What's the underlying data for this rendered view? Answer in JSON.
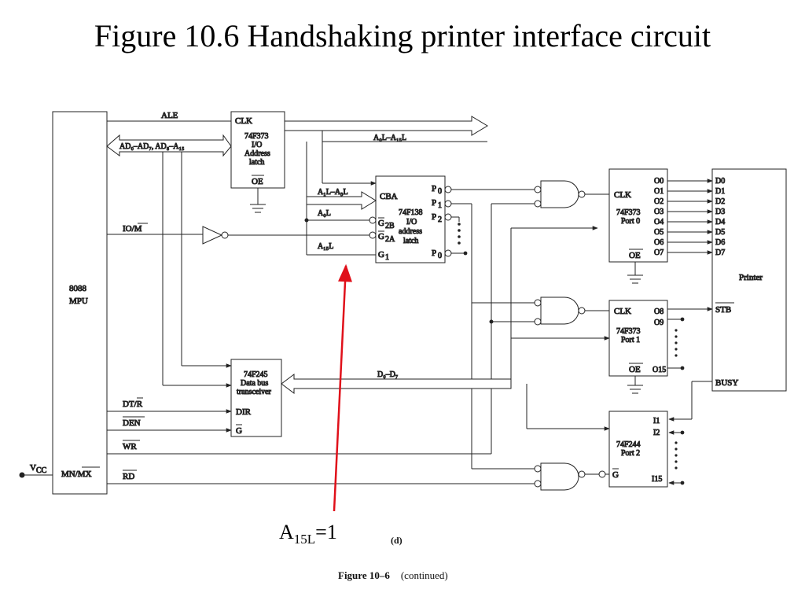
{
  "title": "Figure 10.6 Handshaking printer interface circuit",
  "mpu": {
    "line1": "8088",
    "line2": "MPU",
    "mnmx": "MN/MX",
    "vcc": "V",
    "vcc_sub": "CC"
  },
  "signals": {
    "ale": "ALE",
    "ad_bus": "AD₀–AD₇, AD₈–A₁₅",
    "io_m": "IO/M",
    "dt_r": "DT/R",
    "den": "DEN",
    "wr": "WR",
    "rd": "RD",
    "a_bus": "A₀L–A₁₅L",
    "d_bus": "D₀–D₇",
    "a1_a3": "A₁L–A₃L",
    "a0l": "A₀L",
    "a15l": "A₁₅L"
  },
  "latch": {
    "clk": "CLK",
    "l1": "74F373",
    "l2": "I/O",
    "l3": "Address",
    "l4": "latch",
    "oe": "OE"
  },
  "decoder": {
    "cba": "CBA",
    "g2b": "G",
    "g2b_sub": "2B",
    "g2a": "G",
    "g2a_sub": "2A",
    "g1": "G",
    "g1_sub": "1",
    "l1": "74F138",
    "l2": "I/O",
    "l3": "address",
    "l4": "latch",
    "p0": "P",
    "p0_sub": "0",
    "p1": "P",
    "p1_sub": "1",
    "p2": "P",
    "p2_sub": "2",
    "p7": "P",
    "p7_sub": "0"
  },
  "transceiver": {
    "l1": "74F245",
    "l2": "Data bus",
    "l3": "transceiver",
    "dir": "DIR",
    "g": "G"
  },
  "port0": {
    "clk": "CLK",
    "l1": "74F373",
    "l2": "Port 0",
    "oe": "OE",
    "outputs": [
      "O0",
      "O1",
      "O2",
      "O3",
      "O4",
      "O5",
      "O6",
      "O7"
    ]
  },
  "port1": {
    "clk": "CLK",
    "l1": "74F373",
    "l2": "Port 1",
    "oe": "OE",
    "o8": "O8",
    "o9": "O9",
    "o15": "O15"
  },
  "port2": {
    "l1": "74F244",
    "l2": "Port 2",
    "g": "G",
    "i1": "I1",
    "i2": "I2",
    "i15": "I15"
  },
  "printer": {
    "label": "Printer",
    "stb": "STB",
    "busy": "BUSY",
    "inputs": [
      "D0",
      "D1",
      "D2",
      "D3",
      "D4",
      "D5",
      "D6",
      "D7"
    ]
  },
  "annotation": {
    "text": "A",
    "sub": "15L",
    "suffix": "=1",
    "color": "#e0101a"
  },
  "caption": {
    "letter": "(d)",
    "figure": "Figure 10–6",
    "note": "(continued)"
  }
}
